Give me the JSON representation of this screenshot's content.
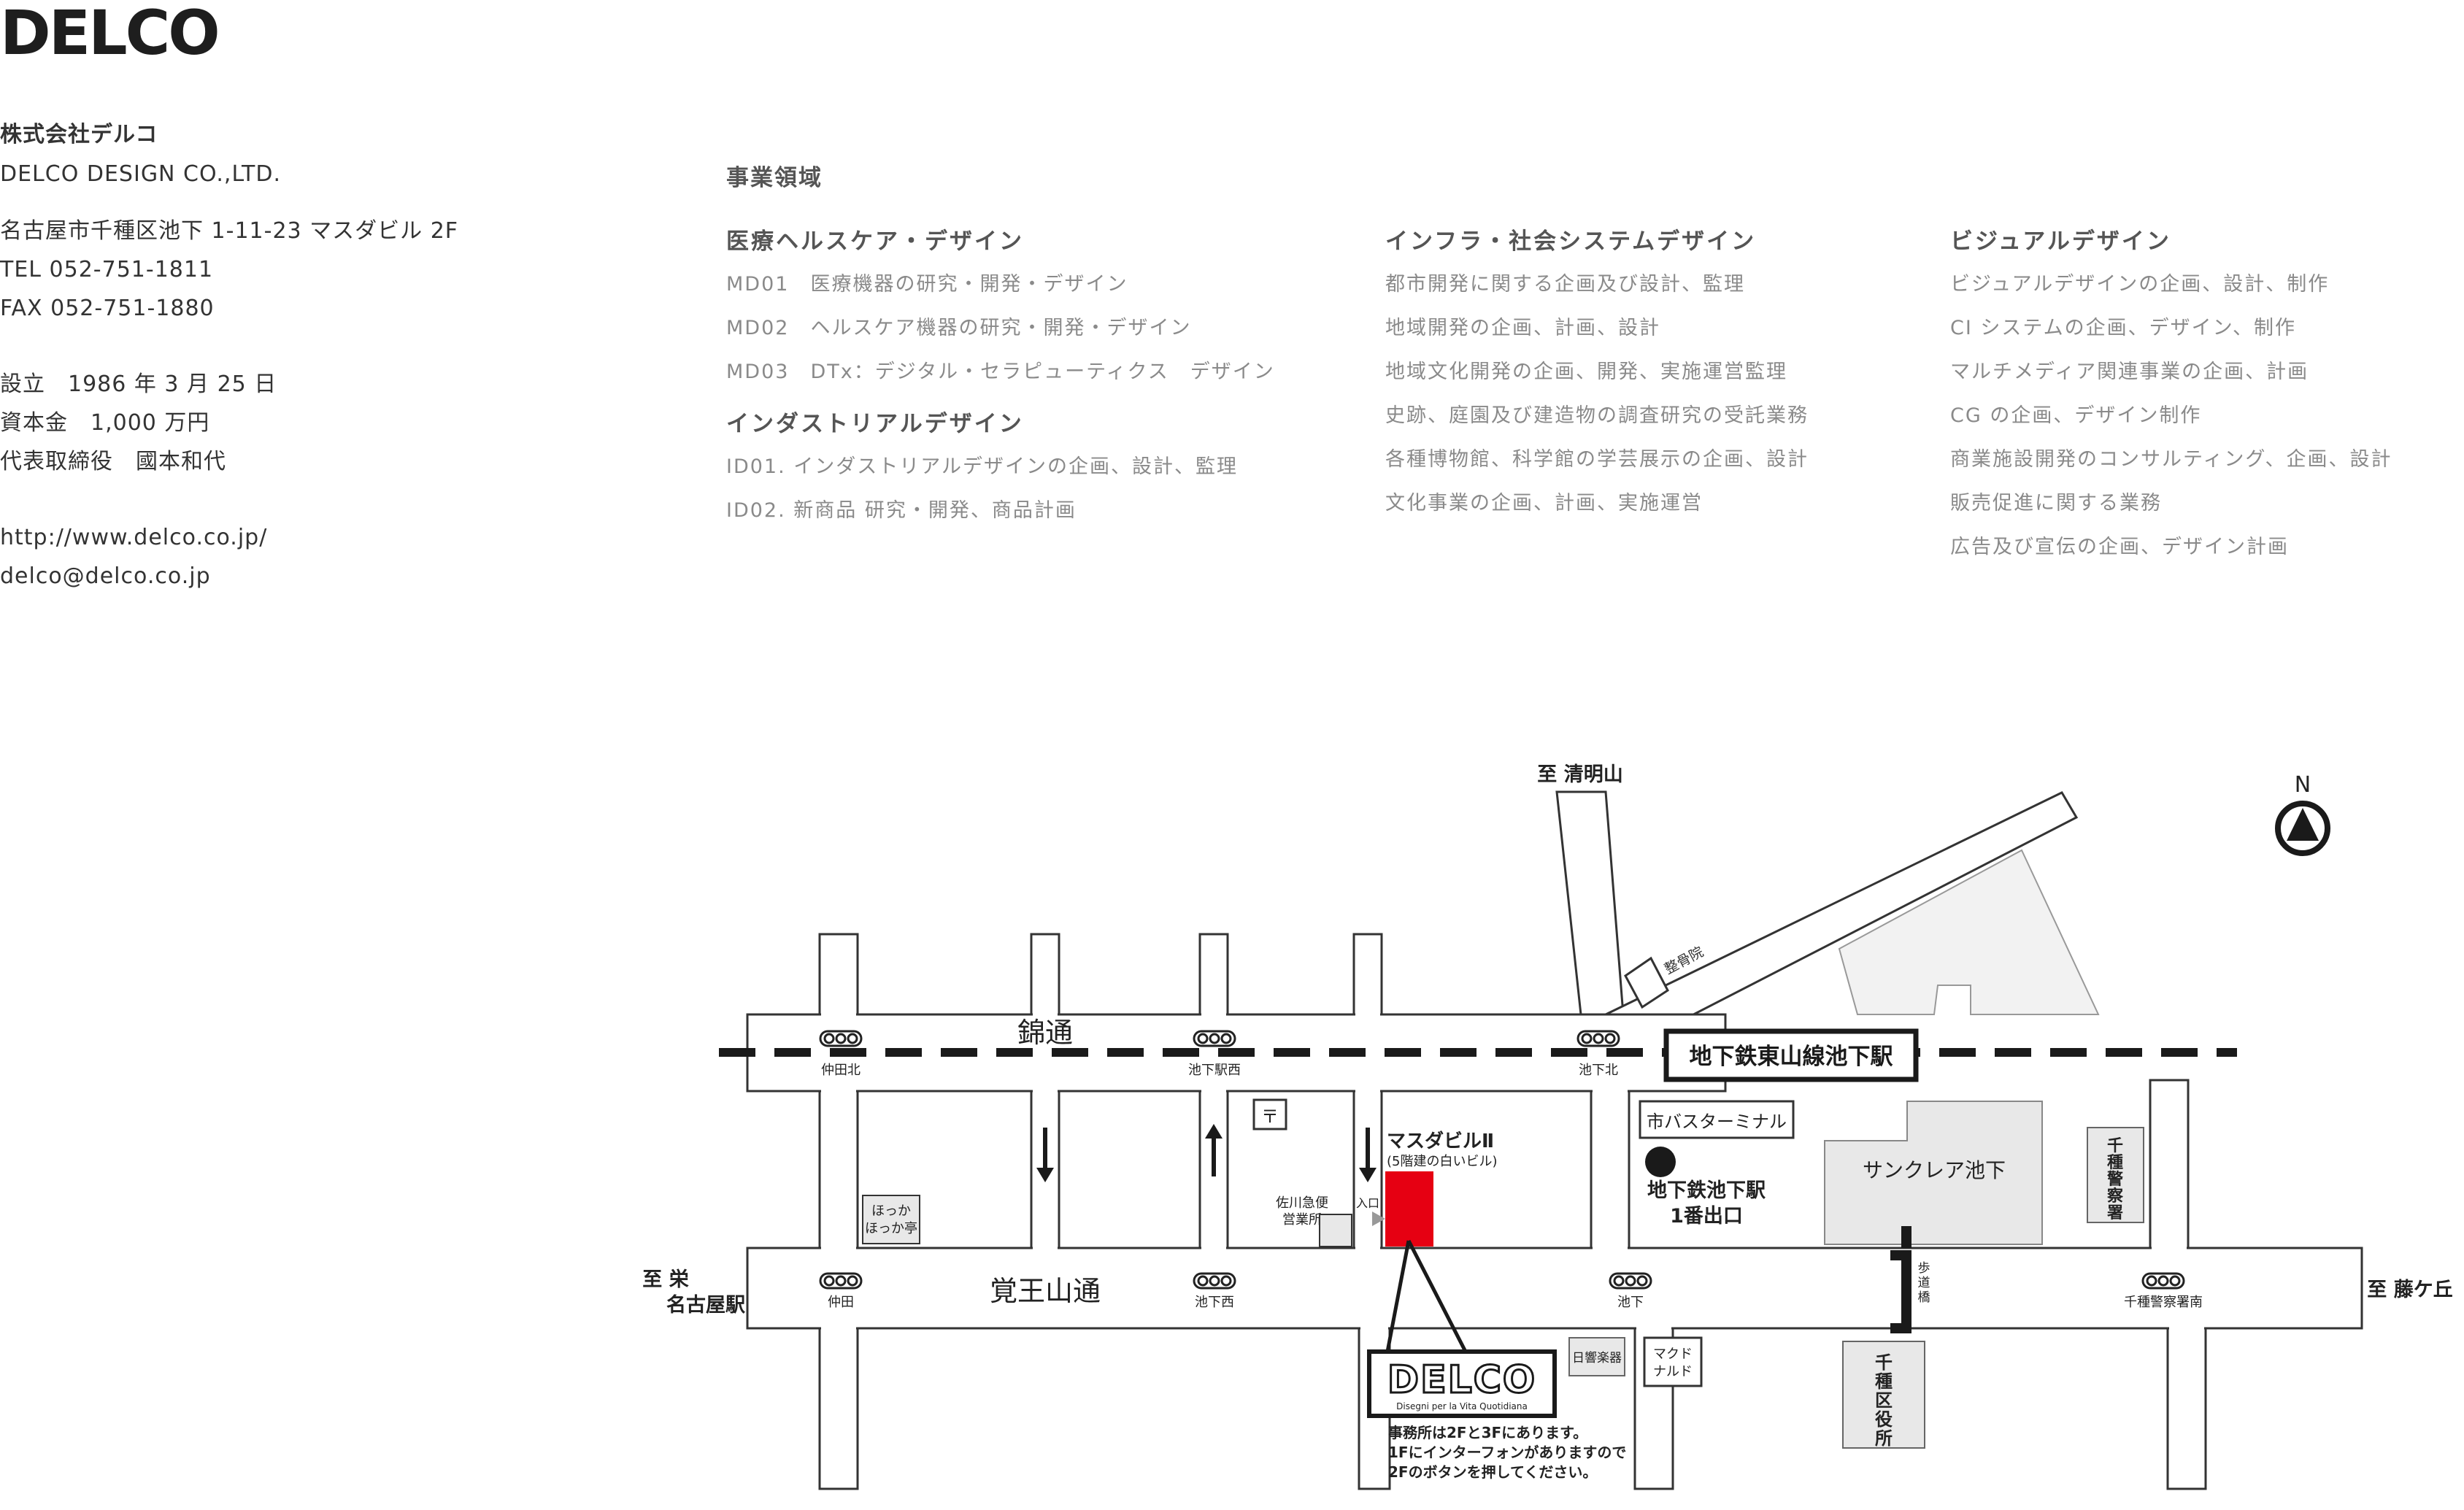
{
  "logo": "DELCO",
  "company": {
    "name_ja": "株式会社デルコ",
    "name_en": "DELCO DESIGN CO.,LTD.",
    "address": "名古屋市千種区池下 1-11-23 マスダビル 2F",
    "tel": "TEL 052-751-1811",
    "fax": "FAX 052-751-1880",
    "founded": "設立　1986 年 3 月 25 日",
    "capital": "資本金　1,000 万円",
    "ceo": "代表取締役　國本和代",
    "url": "http://www.delco.co.jp/",
    "email": "delco@delco.co.jp"
  },
  "business": {
    "title": "事業領域",
    "medical": {
      "title": "医療ヘルスケア・デザイン",
      "items": [
        "MD01　医療機器の研究・開発・デザイン",
        "MD02　ヘルスケア機器の研究・開発・デザイン",
        "MD03　DTx：デジタル・セラピューティクス　デザイン"
      ]
    },
    "industrial": {
      "title": "インダストリアルデザイン",
      "items": [
        "ID01. インダストリアルデザインの企画、設計、監理",
        "ID02. 新商品 研究・開発、商品計画"
      ]
    },
    "infra": {
      "title": "インフラ・社会システムデザイン",
      "items": [
        "都市開発に関する企画及び設計、監理",
        "地域開発の企画、計画、設計",
        "地域文化開発の企画、開発、実施運営監理",
        "史跡、庭園及び建造物の調査研究の受託業務",
        " 各種博物館、科学館の学芸展示の企画、設計",
        "文化事業の企画、計画、実施運営"
      ]
    },
    "visual": {
      "title": "ビジュアルデザイン",
      "items": [
        "ビジュアルデザインの企画、設計、制作",
        "CI システムの企画、デザイン、制作",
        "マルチメディア関連事業の企画、計画",
        "CG の企画、デザイン制作",
        "商業施設開発のコンサルティング、企画、設計",
        "販売促進に関する業務",
        "広告及び宣伝の企画、デザイン計画"
      ]
    }
  },
  "map": {
    "north": "N",
    "to_seimeizan": "至 清明山",
    "to_sakae": "至 栄",
    "to_nagoya": "名古屋駅",
    "to_fujigaoka": "至 藤ケ丘",
    "nishiki_dori": "錦通",
    "kakuozan_dori": "覚王山通",
    "subway_line": "地下鉄東山線池下駅",
    "bus_terminal": "市バスターミナル",
    "station_exit_1": "地下鉄池下駅",
    "station_exit_2": "1番出口",
    "sun_clair": "サンクレア池下",
    "police_1": "千",
    "police_2": "種",
    "police_3": "警",
    "police_4": "察",
    "police_5": "署",
    "ward_1": "千",
    "ward_2": "種",
    "ward_3": "区",
    "ward_4": "役",
    "ward_5": "所",
    "footbridge_1": "歩",
    "footbridge_2": "道",
    "footbridge_3": "橋",
    "seikotsuin": "整骨院",
    "masuda_bldg": "マスダビルⅡ",
    "masuda_note": "(5階建の白いビル)",
    "entrance": "入口",
    "sagawa_1": "佐川急便",
    "sagawa_2": "営業所",
    "hokka_1": "ほっか",
    "hokka_2": "ほっか亭",
    "post_mark": "〒",
    "nikkyo": "日響楽器",
    "mcd_1": "マクド",
    "mcd_2": "ナルド",
    "bus_nakata_kita": "仲田北",
    "bus_ikeshita_nishi_n": "池下駅西",
    "bus_ikeshita_kita": "池下北",
    "bus_nakata": "仲田",
    "bus_ikeshita_nishi_s": "池下西",
    "bus_ikeshita": "池下",
    "bus_police_south": "千種警察署南",
    "delco_logo": "DELCO",
    "delco_tagline": "Disegni per la Vita Quotidiana",
    "office_note_1": "事務所は2Fと3Fにあります。",
    "office_note_2": "1Fにインターフォンがありますので",
    "office_note_3": "2Fのボタンを押してください。"
  },
  "colors": {
    "office_highlight": "#e60012",
    "building_gray": "#e8e8e8",
    "text_gray": "#8a8a8a"
  }
}
